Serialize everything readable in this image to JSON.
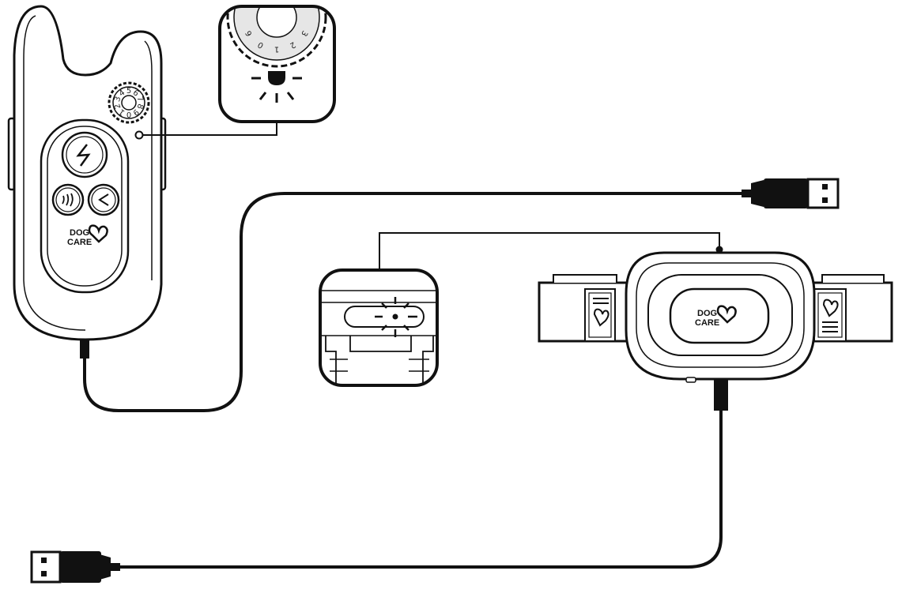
{
  "diagram": {
    "remote": {
      "brand_line1": "DOG",
      "brand_line2": "CARE",
      "dial_numbers": [
        "0",
        "1",
        "2",
        "3",
        "4",
        "5",
        "6",
        "7",
        "8",
        "9"
      ],
      "buttons": [
        "static-shock-icon",
        "vibration-icon",
        "beep-icon"
      ]
    },
    "remote_dial_callout": {
      "dial_numbers": [
        "6",
        "0",
        "1",
        "2",
        "3"
      ],
      "indicator": "led-light-icon"
    },
    "collar_led_callout": {
      "indicator": "led-light-icon"
    },
    "collar": {
      "brand_line1": "DOG",
      "brand_line2": "CARE"
    },
    "usb_cables": [
      "usb-a-plug-icon",
      "usb-a-plug-icon"
    ],
    "colors": {
      "line": "#111111",
      "device_fill": "#ffffff",
      "plug_fill": "#111111",
      "dial_fill": "#e6e6e6"
    }
  }
}
